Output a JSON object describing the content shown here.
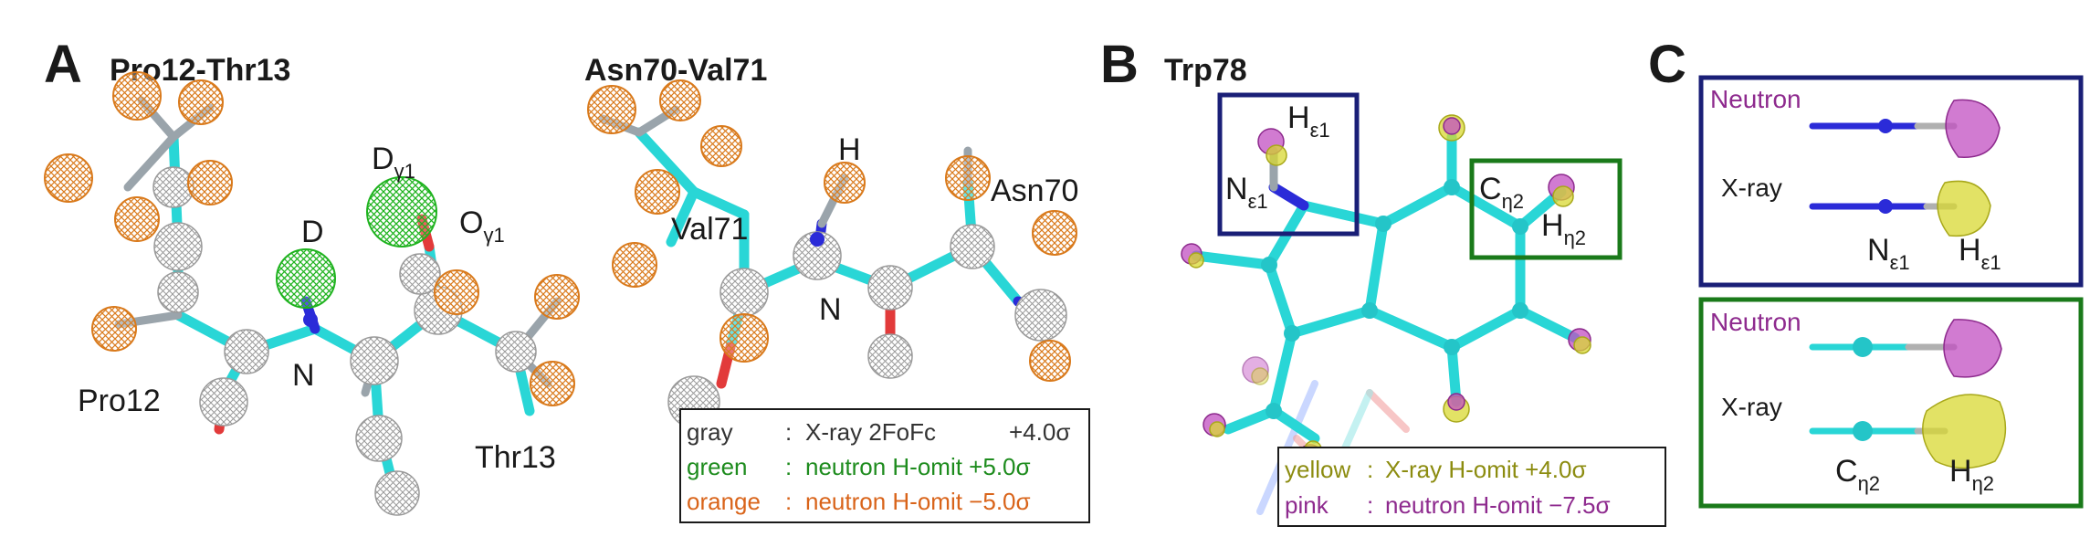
{
  "panels": {
    "A": {
      "letter": "A",
      "left_title": "Pro12-Thr13",
      "right_title": "Asn70-Val71",
      "left_labels": {
        "d_main": "D",
        "d_gamma": "D",
        "d_gamma_sub": "γ1",
        "o_gamma": "O",
        "o_gamma_sub": "γ1",
        "n": "N",
        "pro": "Pro12",
        "thr": "Thr13"
      },
      "right_labels": {
        "h": "H",
        "asn": "Asn70",
        "val": "Val71",
        "n": "N"
      },
      "legend": [
        {
          "name": "gray",
          "sep": ":",
          "text": "X-ray 2FoFc",
          "value": "+4.0σ",
          "color": "#333333"
        },
        {
          "name": "green",
          "sep": ":",
          "text": "neutron H-omit +5.0σ",
          "value": "",
          "color": "#1e8c1e"
        },
        {
          "name": "orange",
          "sep": ":",
          "text": "neutron H-omit −5.0σ",
          "value": "",
          "color": "#d9641a"
        }
      ]
    },
    "B": {
      "letter": "B",
      "title": "Trp78",
      "labels": {
        "h_e1": "H",
        "h_e1_sub": "ε1",
        "n_e1": "N",
        "n_e1_sub": "ε1",
        "c_n2": "C",
        "c_n2_sub": "η2",
        "h_n2": "H",
        "h_n2_sub": "η2"
      },
      "legend": [
        {
          "name": "yellow",
          "sep": ":",
          "text": "X-ray H-omit +4.0σ",
          "color": "#8c8c10"
        },
        {
          "name": "pink",
          "sep": ":",
          "text": "neutron H-omit −7.5σ",
          "color": "#8e2a8e"
        }
      ]
    },
    "C": {
      "letter": "C",
      "top": {
        "neutron": "Neutron",
        "xray": "X-ray",
        "atom1": "N",
        "atom1_sub": "ε1",
        "atom2": "H",
        "atom2_sub": "ε1"
      },
      "bottom": {
        "neutron": "Neutron",
        "xray": "X-ray",
        "atom1": "C",
        "atom1_sub": "η2",
        "atom2": "H",
        "atom2_sub": "η2"
      }
    }
  },
  "colors": {
    "carbon": "#29d6d6",
    "nitrogen": "#2b2bd8",
    "oxygen": "#e23a3a",
    "xray_mesh": "#9a9a9a",
    "neutron_negative_mesh": "#d97a1c",
    "neutron_positive_mesh": "#1fb31f",
    "xray_omit_blob": "#d8d832",
    "neutron_omit_blob": "#c14fc1",
    "box_indole_nh": "#1a1f77",
    "box_indole_ch": "#1a7a1a",
    "neutron_label": "#8e2a8e"
  }
}
